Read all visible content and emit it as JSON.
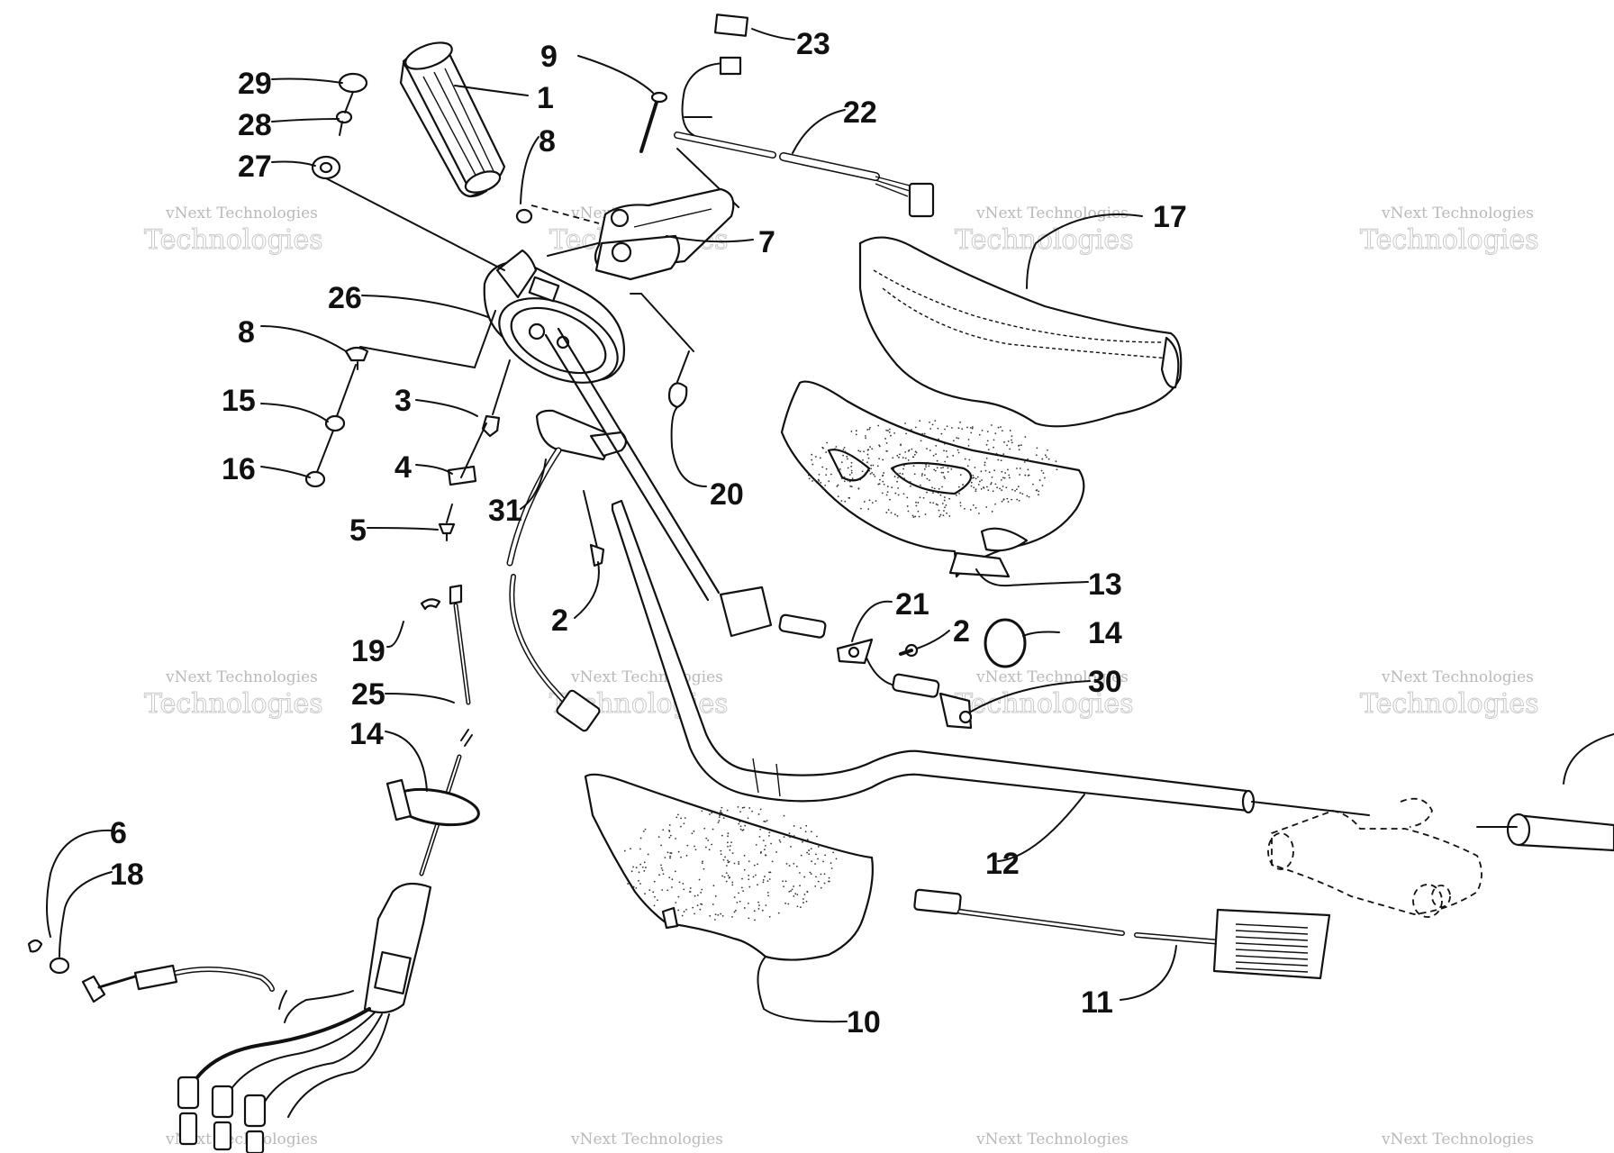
{
  "diagram": {
    "callouts": [
      {
        "id": "c1",
        "text": "1"
      },
      {
        "id": "c2a",
        "text": "2"
      },
      {
        "id": "c2b",
        "text": "2"
      },
      {
        "id": "c3",
        "text": "3"
      },
      {
        "id": "c4",
        "text": "4"
      },
      {
        "id": "c5",
        "text": "5"
      },
      {
        "id": "c6",
        "text": "6"
      },
      {
        "id": "c7",
        "text": "7"
      },
      {
        "id": "c8a",
        "text": "8"
      },
      {
        "id": "c8b",
        "text": "8"
      },
      {
        "id": "c9",
        "text": "9"
      },
      {
        "id": "c10",
        "text": "10"
      },
      {
        "id": "c11",
        "text": "11"
      },
      {
        "id": "c12",
        "text": "12"
      },
      {
        "id": "c13",
        "text": "13"
      },
      {
        "id": "c14a",
        "text": "14"
      },
      {
        "id": "c14b",
        "text": "14"
      },
      {
        "id": "c15",
        "text": "15"
      },
      {
        "id": "c16",
        "text": "16"
      },
      {
        "id": "c17",
        "text": "17"
      },
      {
        "id": "c18",
        "text": "18"
      },
      {
        "id": "c19",
        "text": "19"
      },
      {
        "id": "c20",
        "text": "20"
      },
      {
        "id": "c21",
        "text": "21"
      },
      {
        "id": "c22",
        "text": "22"
      },
      {
        "id": "c23",
        "text": "23"
      },
      {
        "id": "c25",
        "text": "25"
      },
      {
        "id": "c26",
        "text": "26"
      },
      {
        "id": "c27",
        "text": "27"
      },
      {
        "id": "c28",
        "text": "28"
      },
      {
        "id": "c29",
        "text": "29"
      },
      {
        "id": "c30",
        "text": "30"
      },
      {
        "id": "c31",
        "text": "31"
      }
    ],
    "watermark": {
      "line1": "vNext Technologies",
      "line2": "Technologies"
    }
  },
  "colors": {
    "ink": "#111111",
    "watermark": "#c0c0c0",
    "background": "#ffffff"
  }
}
